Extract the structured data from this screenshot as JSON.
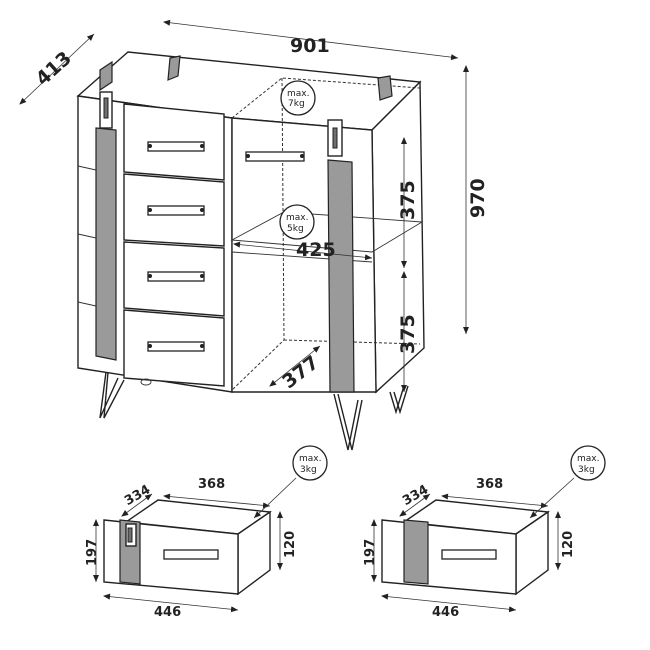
{
  "dimensions": {
    "width": "901",
    "depth": "413",
    "height": "970",
    "shelf_width": "425",
    "shelf_depth": "377",
    "compartment_upper": "375",
    "compartment_lower": "375"
  },
  "load_labels": {
    "top": {
      "line1": "max.",
      "line2": "7kg"
    },
    "shelf": {
      "line1": "max.",
      "line2": "5kg"
    },
    "drawer_left": {
      "line1": "max.",
      "line2": "3kg"
    },
    "drawer_right": {
      "line1": "max.",
      "line2": "3kg"
    }
  },
  "drawer_left": {
    "width": "368",
    "depth": "334",
    "height": "120",
    "front_height": "197",
    "front_width": "446"
  },
  "drawer_right": {
    "width": "368",
    "depth": "334",
    "height": "120",
    "front_height": "197",
    "front_width": "446"
  },
  "colors": {
    "line": "#222222",
    "panel_grey": "#9a9a9a",
    "background": "#ffffff"
  }
}
